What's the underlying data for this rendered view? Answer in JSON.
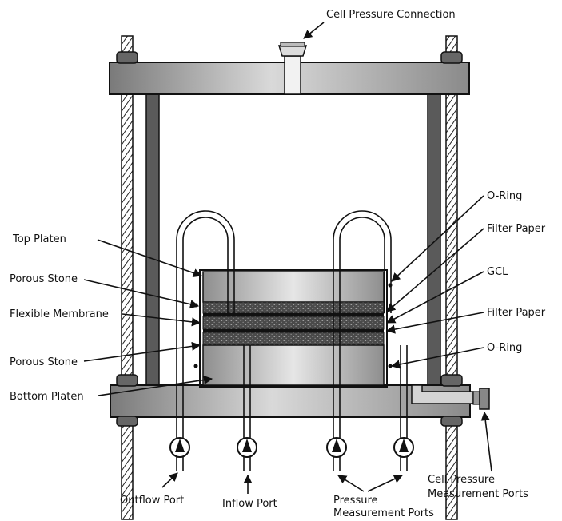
{
  "labels": {
    "cell_pressure_connection": "Cell Pressure Connection",
    "o_ring_top": "O-Ring",
    "filter_paper_top": "Filter Paper",
    "gcl": "GCL",
    "filter_paper_bottom": "Filter Paper",
    "o_ring_bottom": "O-Ring",
    "top_platen": "Top Platen",
    "porous_stone_top": "Porous Stone",
    "flexible_membrane": "Flexible Membrane",
    "porous_stone_bottom": "Porous Stone",
    "bottom_platen": "Bottom Platen",
    "outflow_port": "Outflow Port",
    "inflow_port": "Inflow Port",
    "pressure_measurement_line1": "Pressure",
    "pressure_measurement_line2": "Measurement Ports",
    "cell_pressure_measurement_line1": "Cell Pressure",
    "cell_pressure_measurement_line2": "Measurement Ports"
  },
  "colors": {
    "frame_gray": "#9a9a9a",
    "frame_dark": "#555555",
    "platen_gray": "#b8b8b8",
    "stone_dark": "#3a3a3a",
    "line": "#111111"
  }
}
